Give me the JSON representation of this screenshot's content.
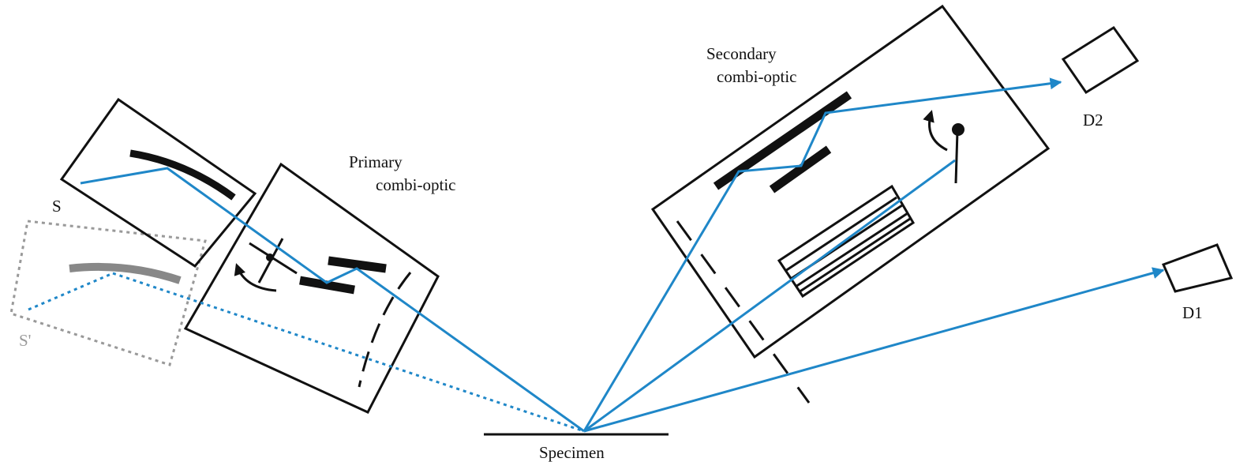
{
  "labels": {
    "source": "S",
    "source_alt": "S'",
    "primary_line1": "Primary",
    "primary_line2": "combi-optic",
    "secondary_line1": "Secondary",
    "secondary_line2": "combi-optic",
    "detector_1": "D1",
    "detector_2": "D2",
    "specimen": "Specimen"
  },
  "colors": {
    "beam": "#1f87c8",
    "frame": "#111111",
    "alt_source": "#999999",
    "label_alt": "#9a9a9a"
  },
  "icons": {
    "rotation_arrow": "curved-arrow-icon",
    "detector": "square-detector-icon"
  }
}
